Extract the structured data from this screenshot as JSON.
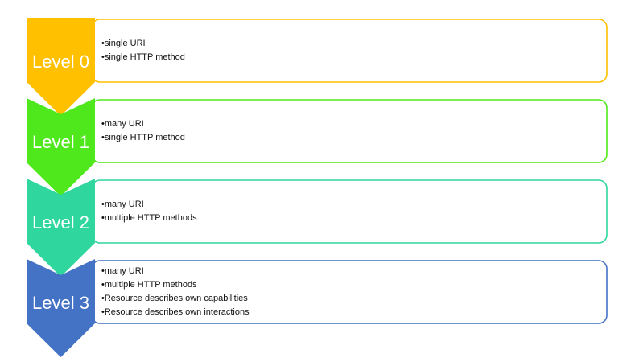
{
  "levels": [
    {
      "label": "Level 0",
      "color": "#FFC000",
      "items": [
        "single URI",
        "single HTTP method"
      ]
    },
    {
      "label": "Level 1",
      "color": "#4EE81C",
      "items": [
        "many URI",
        "single HTTP method"
      ]
    },
    {
      "label": "Level 2",
      "color": "#2FD69E",
      "items": [
        "many URI",
        "multiple HTTP methods"
      ]
    },
    {
      "label": "Level 3",
      "color": "#4472C4",
      "items": [
        "many URI",
        "multiple HTTP methods",
        "Resource describes own capabilities",
        "Resource describes own interactions"
      ]
    }
  ],
  "bullet": "•"
}
